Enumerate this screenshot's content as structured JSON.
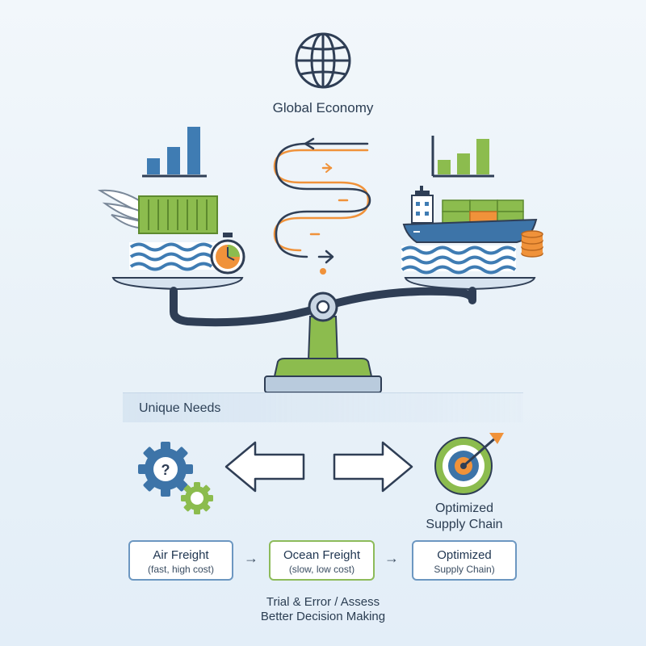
{
  "global_economy": "Global Economy",
  "unique_needs": "Unique Needs",
  "optimized_label": [
    "Optimized",
    "Supply Chain"
  ],
  "boxes": [
    {
      "title": "Air Freight",
      "subtitle": "(fast, high cost)"
    },
    {
      "title": "Ocean Freight",
      "subtitle": "(slow, low cost)"
    },
    {
      "title": "Optimized",
      "subtitle": "Supply Chain)"
    }
  ],
  "arrow_glyph": "→",
  "trial": [
    "Trial & Error / Assess",
    "Better Decision Making"
  ],
  "help_glyph": "?",
  "colors": {
    "blue": "#3d74a8",
    "green": "#8cbc4e",
    "orange": "#f0923a",
    "navy": "#2f3e55",
    "bar_blue": "#3f7cb3"
  },
  "icons": [
    "globe-icon",
    "bar-chart-icon",
    "wing-icon",
    "container-icon",
    "stopwatch-icon",
    "wave-icon",
    "route-icon",
    "ship-icon",
    "coin-stack-icon",
    "balance-scale-icon",
    "gear-icon",
    "arrow-left-icon",
    "arrow-right-icon",
    "target-icon"
  ]
}
